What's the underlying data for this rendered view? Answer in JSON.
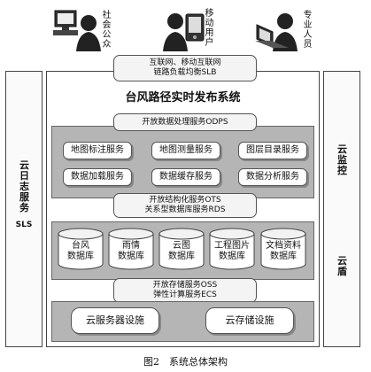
{
  "users": [
    {
      "icon": "desktop-computer-user-icon",
      "label": "社会公众"
    },
    {
      "icon": "mobile-user-icon",
      "label": "移动用户"
    },
    {
      "icon": "laptop-user-icon",
      "label": "专业人员"
    }
  ],
  "left_column": {
    "title": "云日志服务",
    "subtitle": "SLS"
  },
  "right_column": {
    "top": "云监控",
    "bottom": "云盾"
  },
  "top_gateway": {
    "line1": "互联网、移动互联网",
    "line2": "链路负载均衡SLB"
  },
  "system_title": "台风路径实时发布系统",
  "odps_label": "开放数据处理服务ODPS",
  "services": [
    "地图标注服务",
    "地图测量服务",
    "图层目录服务",
    "数据加载服务",
    "数据缓存服务",
    "数据分析服务"
  ],
  "ots": {
    "line1": "开放结构化服务OTS",
    "line2": "关系型数据库服务RDS"
  },
  "databases": [
    {
      "line1": "台风",
      "line2": "数据库"
    },
    {
      "line1": "雨情",
      "line2": "数据库"
    },
    {
      "line1": "云图",
      "line2": "数据库"
    },
    {
      "line1": "工程图片",
      "line2": "数据库"
    },
    {
      "line1": "文档资料",
      "line2": "数据库"
    }
  ],
  "oss": {
    "line1": "开放存储服务OSS",
    "line2": "弹性计算服务ECS"
  },
  "infra": [
    "云服务器设施",
    "云存储设施"
  ],
  "caption": "图2　系统总体架构"
}
